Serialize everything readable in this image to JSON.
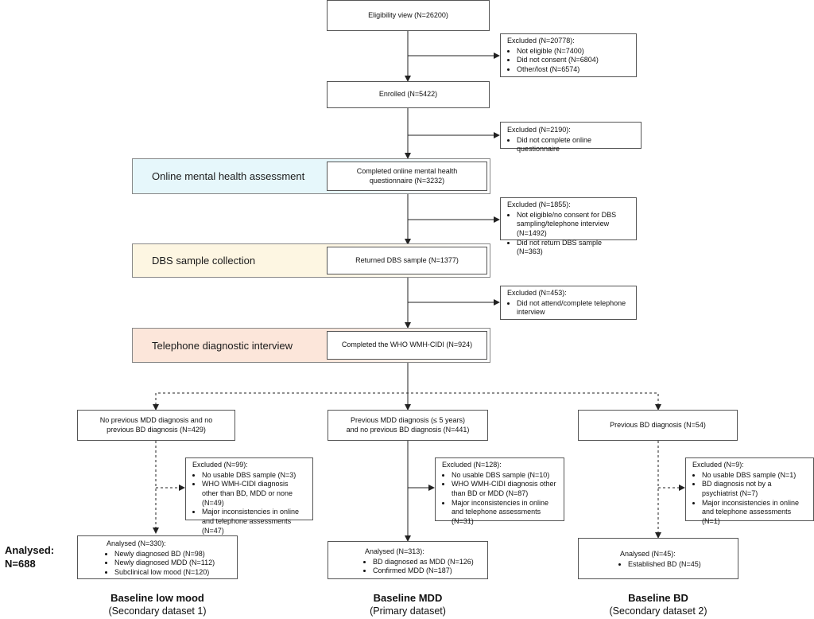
{
  "flow": {
    "eligibility": "Eligibility view (N=26200)",
    "excluded1": {
      "title": "Excluded (N=20778):",
      "items": [
        "Not eligible (N=7400)",
        "Did not consent (N=6804)",
        "Other/lost (N=6574)"
      ]
    },
    "enrolled": "Enrolled (N=5422)",
    "excluded2": {
      "title": "Excluded (N=2190):",
      "items": [
        "Did not complete online questionnaire"
      ]
    },
    "completed_online": "Completed online mental health questionnaire (N=3232)",
    "excluded3": {
      "title": "Excluded (N=1855):",
      "items": [
        "Not eligible/no consent for DBS sampling/telephone interview (N=1492)",
        "Did not return DBS sample (N=363)"
      ]
    },
    "returned_dbs": "Returned DBS sample (N=1377)",
    "excluded4": {
      "title": "Excluded (N=453):",
      "items": [
        "Did not attend/complete telephone interview"
      ]
    },
    "completed_cidi": "Completed the WHO WMH-CIDI (N=924)"
  },
  "stages": {
    "online": {
      "label": "Online mental health assessment",
      "color": "#e6f7fb"
    },
    "dbs": {
      "label": "DBS sample collection",
      "color": "#fdf6e2"
    },
    "telephone": {
      "label": "Telephone diagnostic interview",
      "color": "#fce6da"
    }
  },
  "branches": {
    "low_mood": {
      "group": "No previous MDD diagnosis and no previous BD diagnosis (N=429)",
      "excluded": {
        "title": "Excluded (N=99):",
        "items": [
          "No usable DBS sample (N=3)",
          "WHO WMH-CIDI diagnosis other than BD, MDD or none (N=49)",
          "Major inconsistencies in online and telephone assessments (N=47)"
        ]
      },
      "analysed": {
        "title": "Analysed (N=330):",
        "items": [
          "Newly diagnosed BD (N=98)",
          "Newly diagnosed MDD (N=112)",
          "Subclinical low mood (N=120)"
        ]
      },
      "dataset_title": "Baseline low mood",
      "dataset_sub": "(Secondary dataset 1)"
    },
    "mdd": {
      "group": "Previous MDD diagnosis (≤ 5 years) and no previous BD diagnosis (N=441)",
      "excluded": {
        "title": "Excluded (N=128):",
        "items": [
          "No usable DBS sample (N=10)",
          "WHO WMH-CIDI diagnosis other than BD or MDD (N=87)",
          "Major inconsistencies in online and telephone assessments (N=31)"
        ]
      },
      "analysed": {
        "title": "Analysed (N=313):",
        "items": [
          "BD diagnosed as MDD (N=126)",
          "Confirmed MDD (N=187)"
        ]
      },
      "dataset_title": "Baseline MDD",
      "dataset_sub": "(Primary dataset)"
    },
    "bd": {
      "group": "Previous BD diagnosis (N=54)",
      "excluded": {
        "title": "Excluded (N=9):",
        "items": [
          "No usable DBS sample (N=1)",
          "BD diagnosis not by a psychiatrist (N=7)",
          "Major inconsistencies in online and telephone assessments (N=1)"
        ]
      },
      "analysed": {
        "title": "Analysed (N=45):",
        "items": [
          "Established BD (N=45)"
        ]
      },
      "dataset_title": "Baseline BD",
      "dataset_sub": "(Secondary dataset 2)"
    }
  },
  "analysed_total": {
    "line1": "Analysed:",
    "line2": "N=688"
  }
}
